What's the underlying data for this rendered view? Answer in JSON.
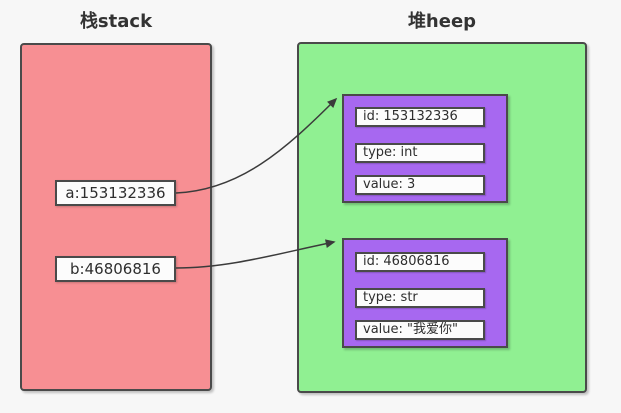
{
  "diagram": {
    "stack": {
      "title": "栈stack",
      "variables": [
        {
          "label": "a:153132336"
        },
        {
          "label": "b:46806816"
        }
      ]
    },
    "heap": {
      "title": "堆heep",
      "objects": [
        {
          "rows": [
            "id:  153132336",
            "type:  int",
            "value:  3"
          ]
        },
        {
          "rows": [
            "id:  46806816",
            "type:  str",
            "value:  \"我爱你\""
          ]
        }
      ]
    },
    "connectors": [
      {
        "from": "a:153132336",
        "to": "id: 153132336"
      },
      {
        "from": "b:46806816",
        "to": "id: 46806816"
      }
    ]
  },
  "colors": {
    "background": "#F7F7F7",
    "stack_fill": "#F78F93",
    "heap_fill": "#90F092",
    "object_fill": "#A768F0",
    "box_fill": "#FCFCFC",
    "border": "#4A4A4A",
    "arrow": "#3B3B3B",
    "text": "#2E2E2E"
  }
}
